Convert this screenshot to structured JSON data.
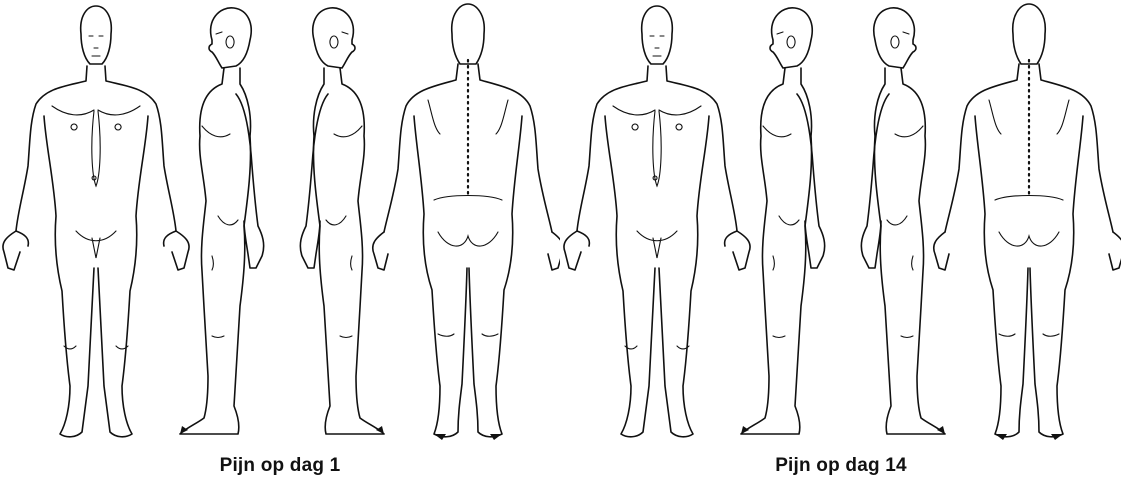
{
  "panels": [
    {
      "caption": "Pijn op dag 1"
    },
    {
      "caption": "Pijn op dag 14"
    }
  ],
  "figure_views": [
    "front",
    "left-side",
    "right-side",
    "back"
  ]
}
